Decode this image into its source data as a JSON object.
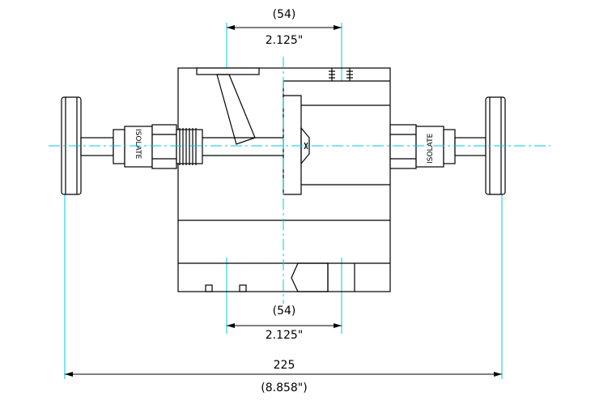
{
  "dimensions": {
    "top_mm": "(54)",
    "top_in": "2.125\"",
    "bottom_mm": "(54)",
    "bottom_in": "2.125\"",
    "overall_mm": "225",
    "overall_in": "(8.858\")"
  },
  "labels": {
    "left_valve": "ISOLATE",
    "right_valve": "ISOLATE"
  },
  "colors": {
    "line": "#000000",
    "centerline": "#00c8e8",
    "background": "#ffffff"
  }
}
